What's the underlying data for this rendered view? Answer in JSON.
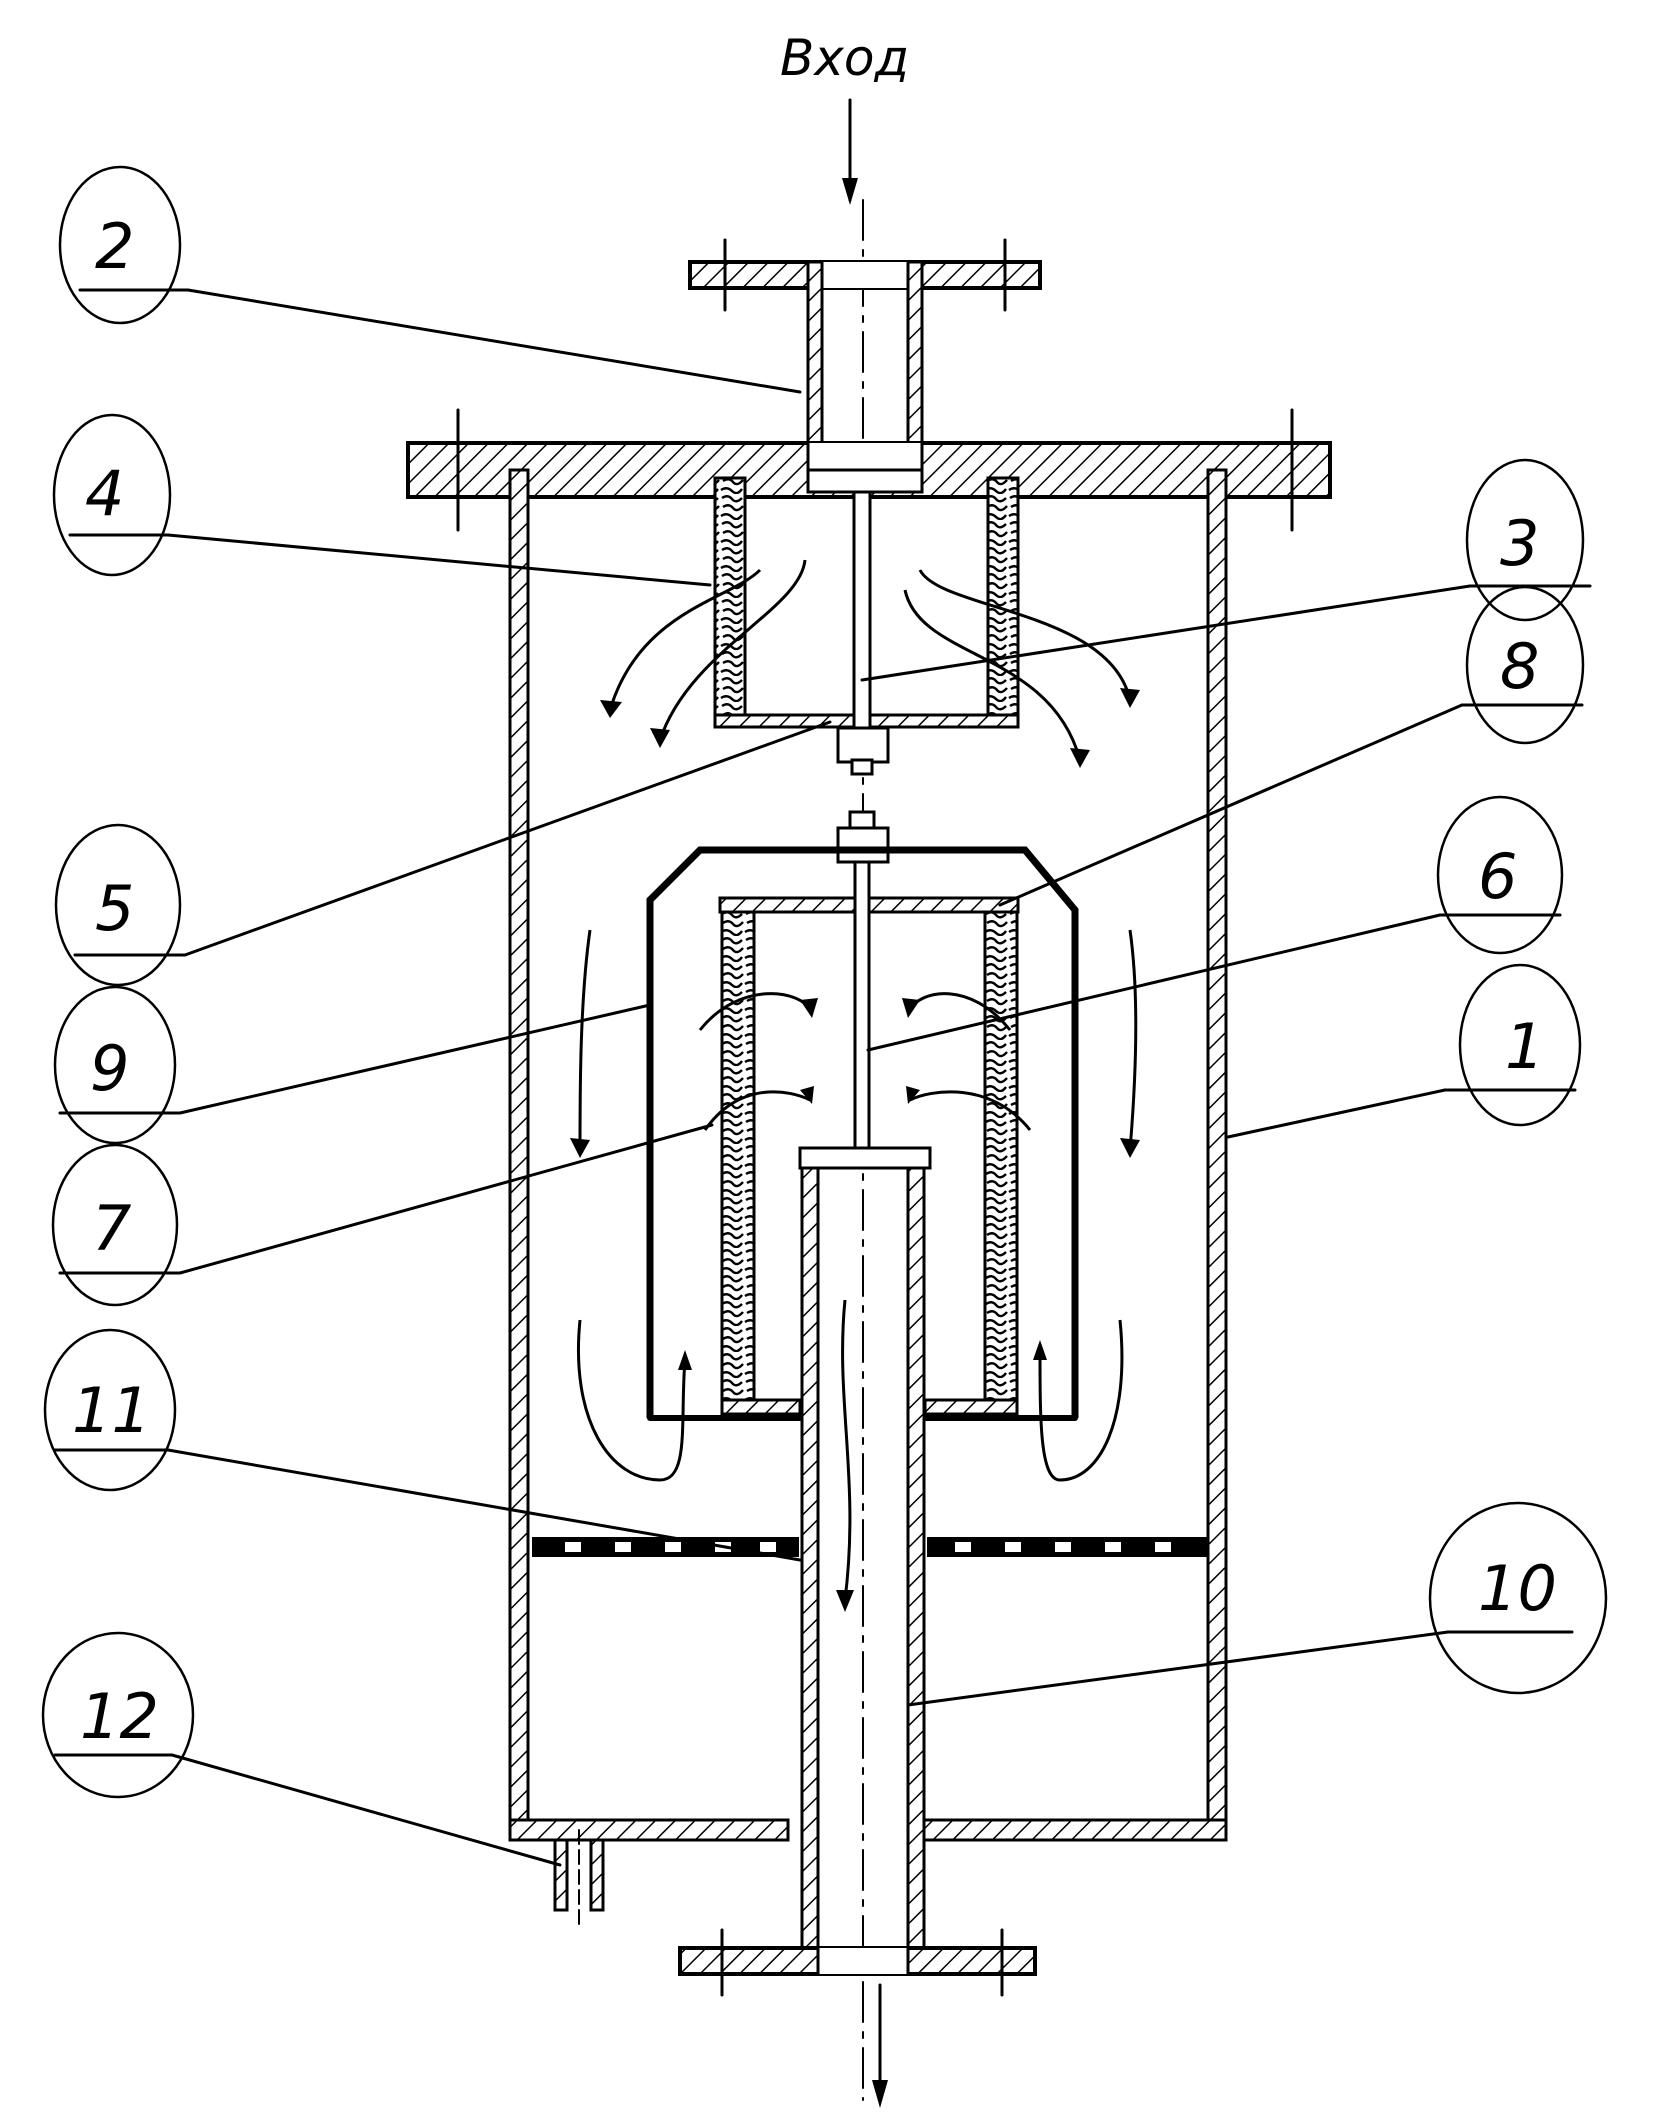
{
  "diagram": {
    "inlet_label": "Вход",
    "callouts": [
      {
        "id": "2",
        "text": "2"
      },
      {
        "id": "4",
        "text": "4"
      },
      {
        "id": "3",
        "text": "3"
      },
      {
        "id": "8",
        "text": "8"
      },
      {
        "id": "5",
        "text": "5"
      },
      {
        "id": "6",
        "text": "6"
      },
      {
        "id": "9",
        "text": "9"
      },
      {
        "id": "1",
        "text": "1"
      },
      {
        "id": "7",
        "text": "7"
      },
      {
        "id": "11",
        "text": "11"
      },
      {
        "id": "10",
        "text": "10"
      },
      {
        "id": "12",
        "text": "12"
      }
    ],
    "colors": {
      "ink": "#000000",
      "paper": "#ffffff"
    }
  }
}
